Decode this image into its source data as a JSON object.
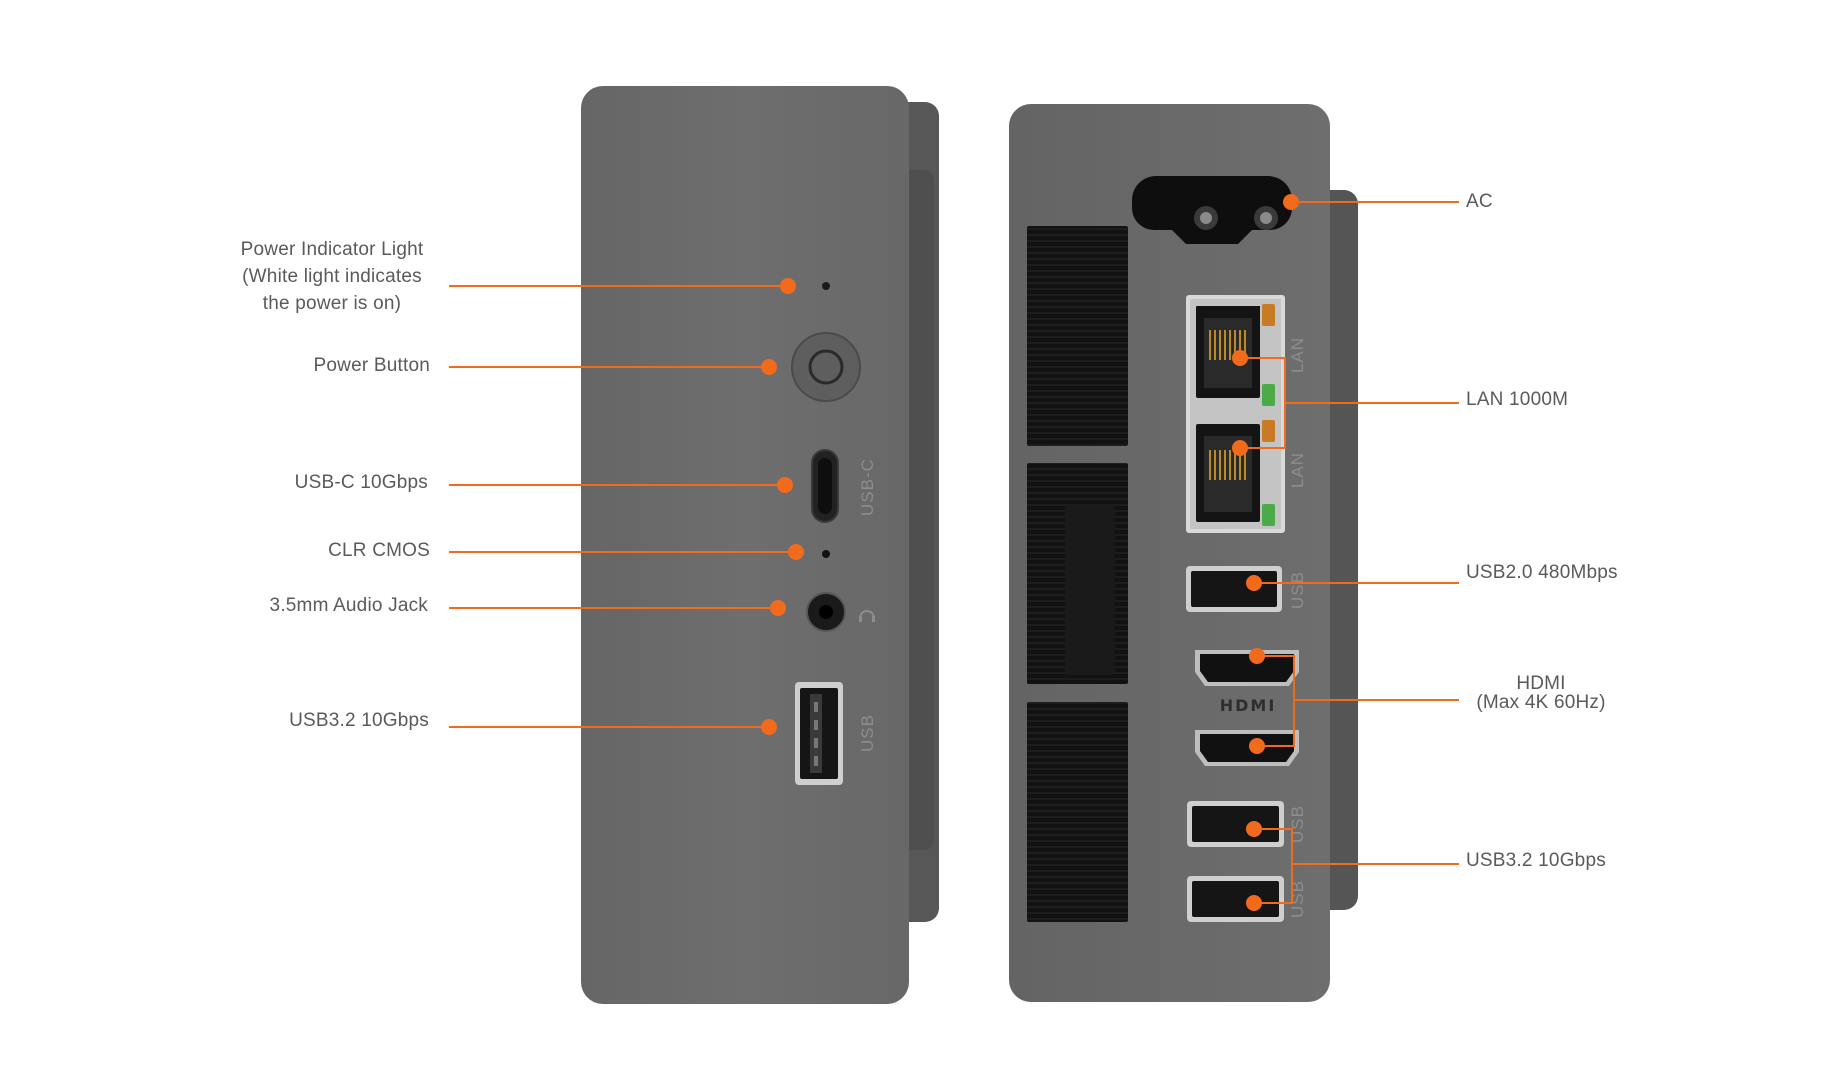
{
  "front_labels": {
    "power_indicator": "Power Indicator Light\n(White light indicates\nthe power is on)",
    "power_button": "Power Button",
    "usb_c": "USB-C 10Gbps",
    "clr_cmos": "CLR CMOS",
    "audio_jack": "3.5mm Audio Jack",
    "usb32": "USB3.2 10Gbps"
  },
  "rear_labels": {
    "ac": "AC",
    "lan": "LAN 1000M",
    "usb20": "USB2.0 480Mbps",
    "hdmi": "HDMI\n(Max 4K 60Hz)",
    "usb32": "USB3.2 10Gbps"
  },
  "port_markings": {
    "usb_c": "USB-C",
    "usb": "USB",
    "lan": "LAN",
    "hdmi": "HDMI"
  },
  "colors": {
    "accent": "#f26b1d",
    "chassis": "#6c6c6c",
    "chassis_side": "#5f5f5f",
    "vent": "#0f0f0f",
    "port_dark": "#121212",
    "led_amber": "#c97a24",
    "led_green": "#4caa48"
  }
}
